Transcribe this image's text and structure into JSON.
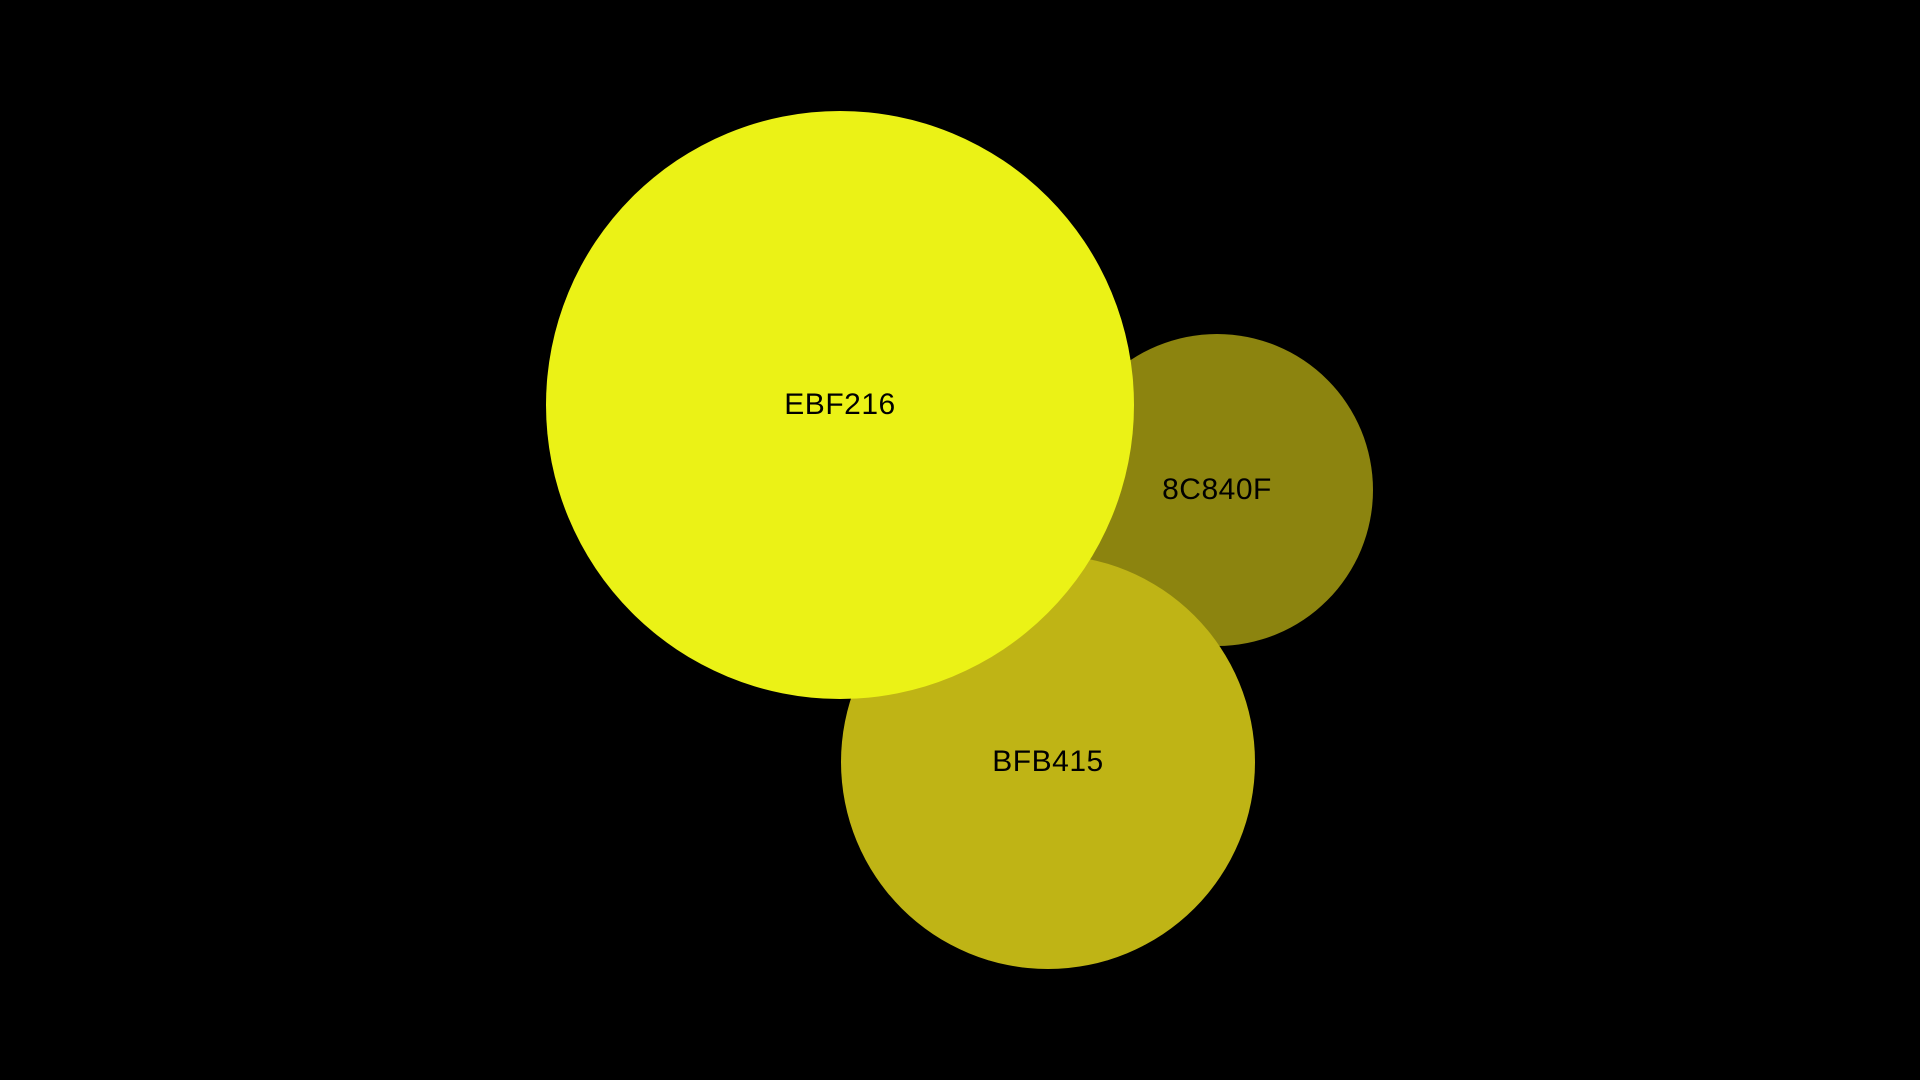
{
  "background_color": "#000000",
  "swatches": [
    {
      "label": "EBF216",
      "color": "#EBF216"
    },
    {
      "label": "8C840F",
      "color": "#8C840F"
    },
    {
      "label": "BFB415",
      "color": "#BFB415"
    }
  ]
}
